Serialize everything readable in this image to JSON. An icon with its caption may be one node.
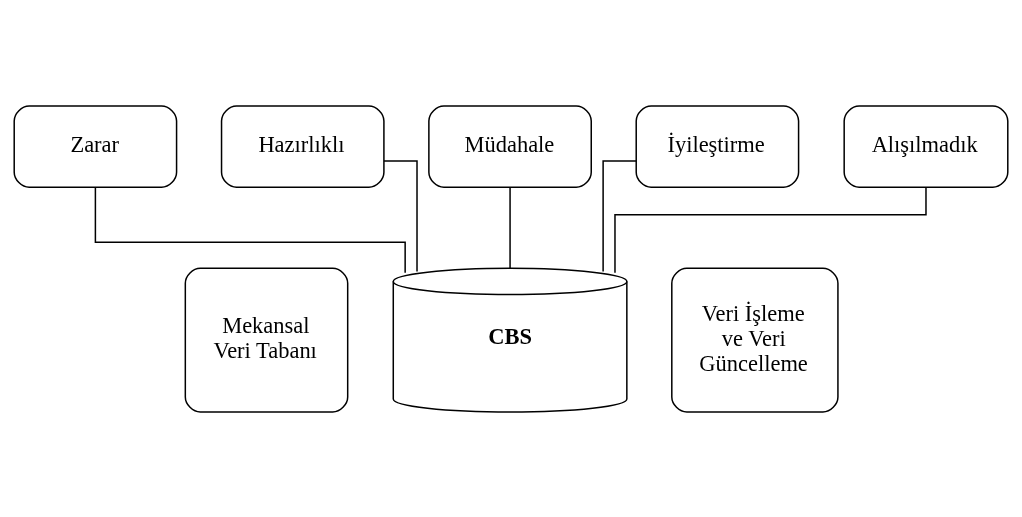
{
  "diagram": {
    "nodes": [
      {
        "text": [
          "Zarar"
        ]
      },
      {
        "text": [
          "Hazırlıklı"
        ]
      },
      {
        "text": [
          "Müdahale"
        ]
      },
      {
        "text": [
          "İyileştirme"
        ]
      },
      {
        "text": [
          "Alışılmadık"
        ]
      },
      {
        "text": [
          "Mekansal Veri Tabanı"
        ]
      },
      {
        "text": [
          "CBS"
        ]
      },
      {
        "text": [
          "Veri İşleme ve Veri Güncelleme"
        ]
      }
    ],
    "edges": [
      {
        "from": 0,
        "to": 6,
        "arrow": "none"
      },
      {
        "from": 1,
        "to": 6,
        "arrow": "none"
      },
      {
        "from": 2,
        "to": 6,
        "arrow": "none"
      },
      {
        "from": 3,
        "to": 6,
        "arrow": "none"
      },
      {
        "from": 4,
        "to": 6,
        "arrow": "none"
      }
    ]
  }
}
